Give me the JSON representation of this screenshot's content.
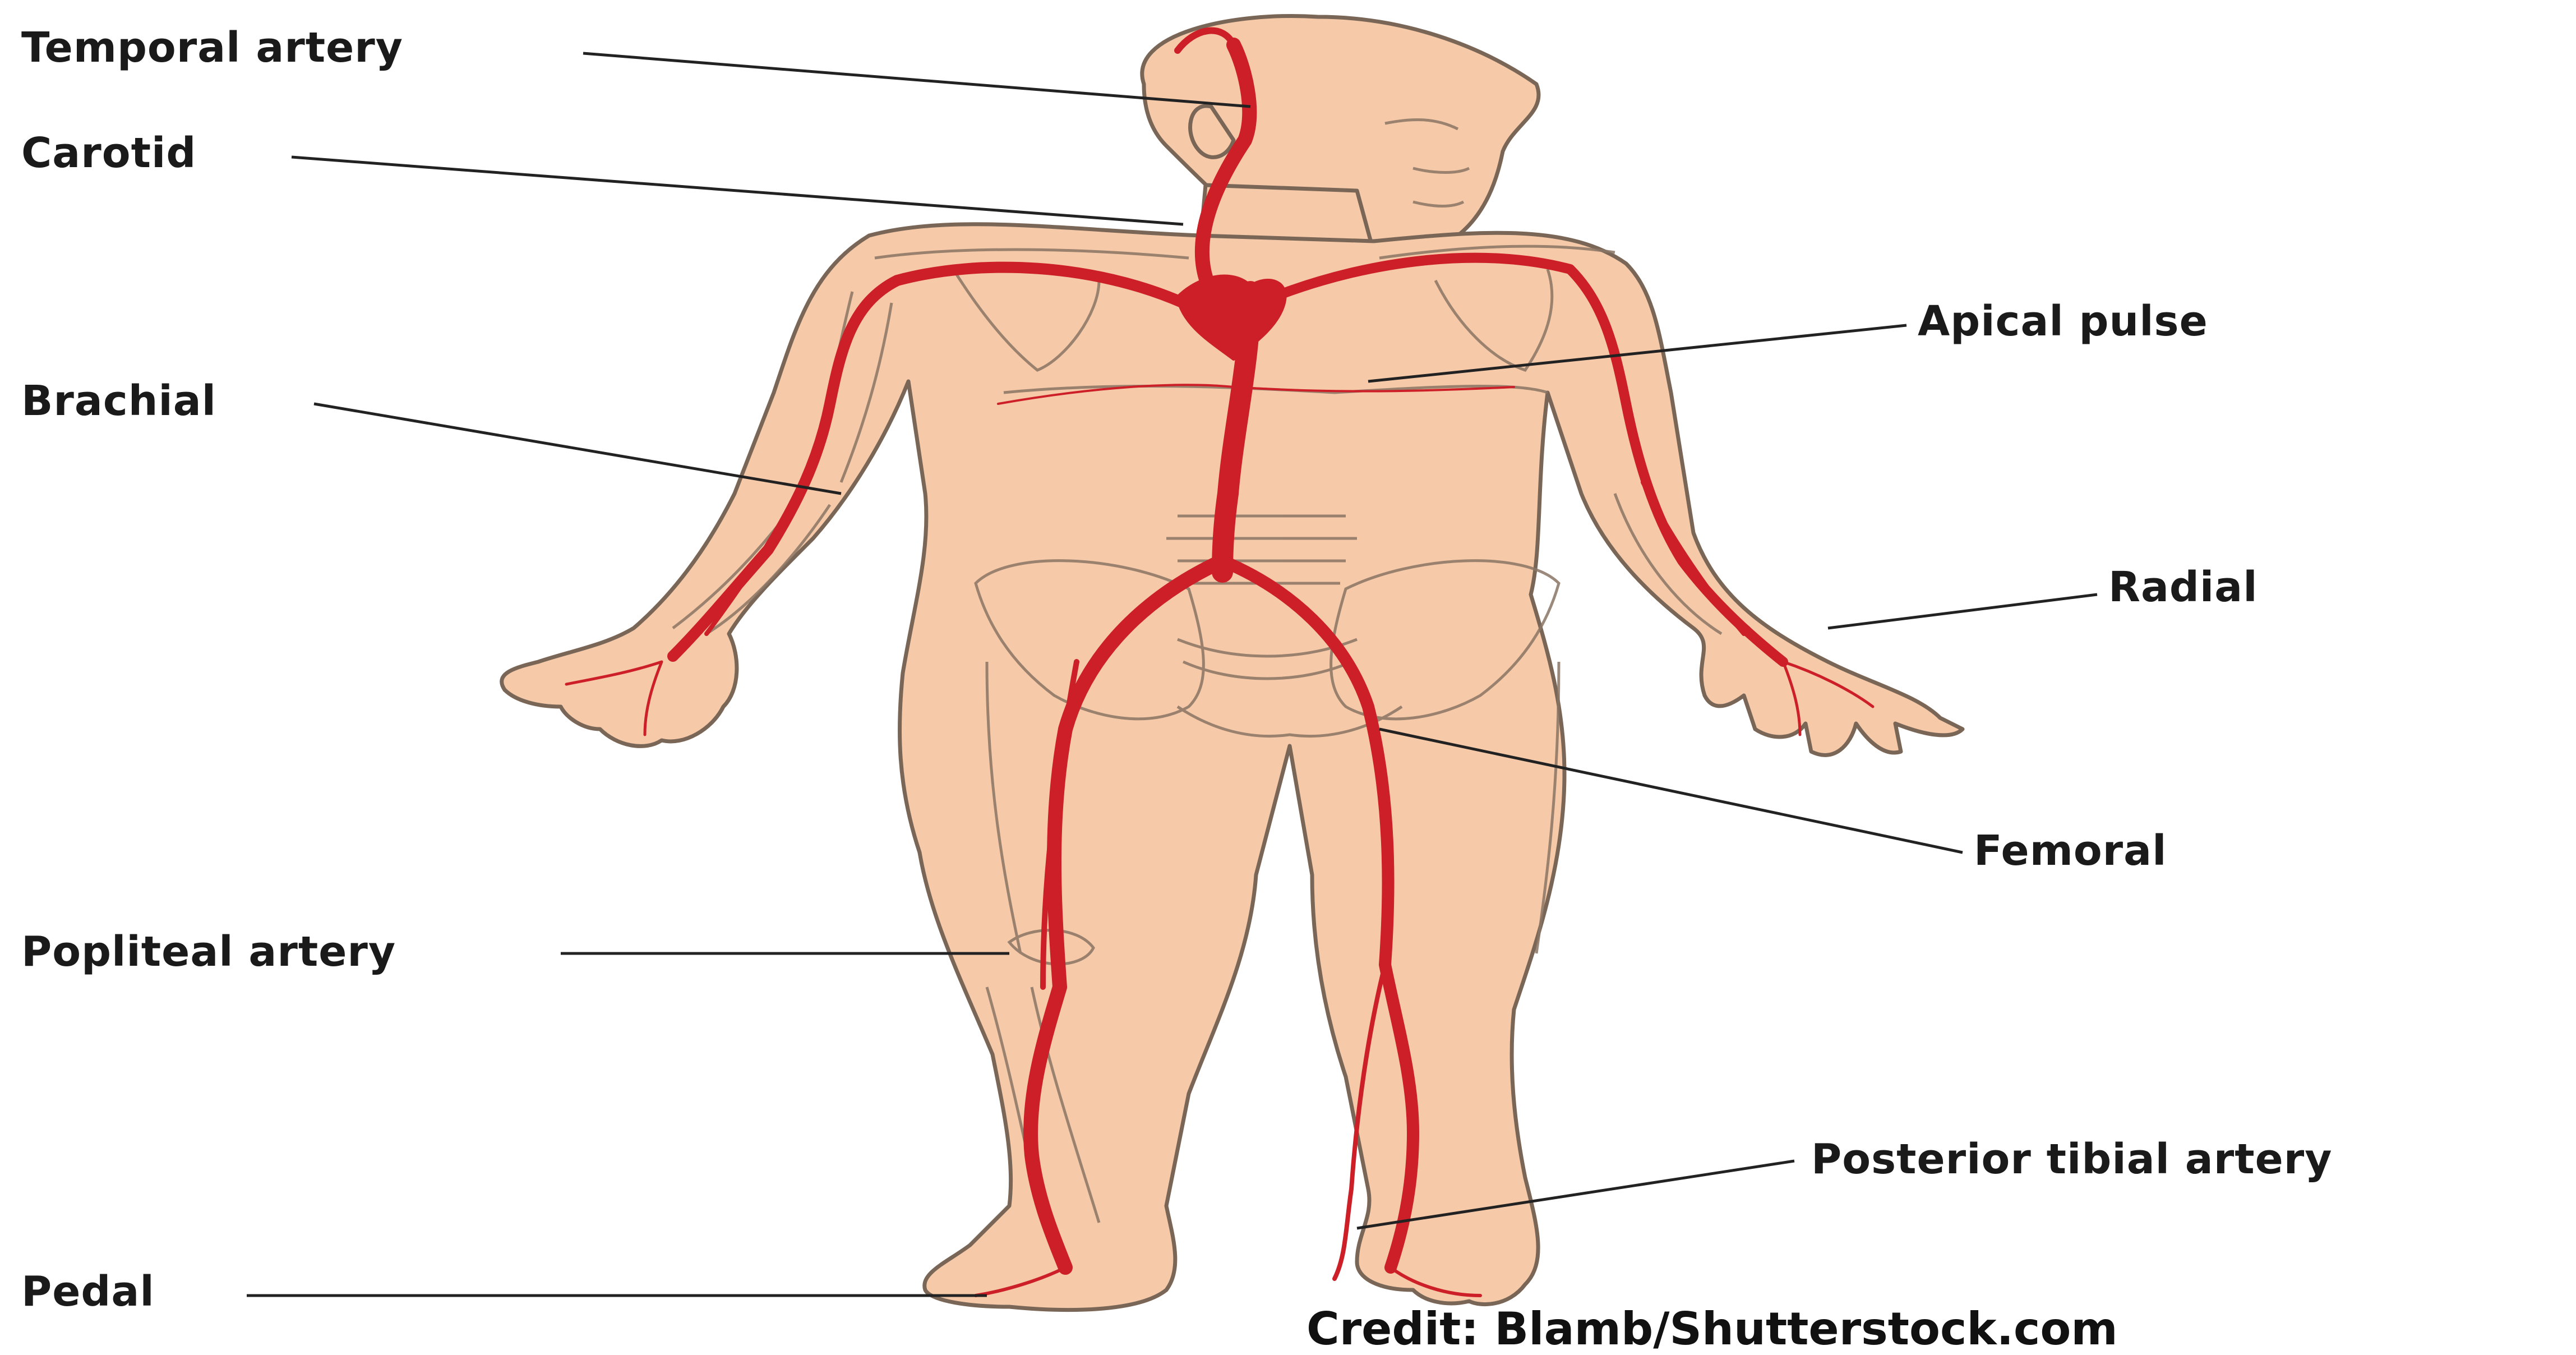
{
  "labels": {
    "temporal": "Temporal artery",
    "carotid": "Carotid",
    "brachial": "Brachial",
    "popliteal": "Popliteal artery",
    "pedal": "Pedal",
    "apical": "Apical pulse",
    "radial": "Radial",
    "femoral": "Femoral",
    "posterior_tibial": "Posterior tibial artery"
  },
  "credit": "Credit: Blamb/Shutterstock.com",
  "colors": {
    "skin": "#f6c9a8",
    "outline": "#7a6656",
    "artery": "#cc1f28",
    "leader": "#222222",
    "text": "#1a1a1a"
  }
}
